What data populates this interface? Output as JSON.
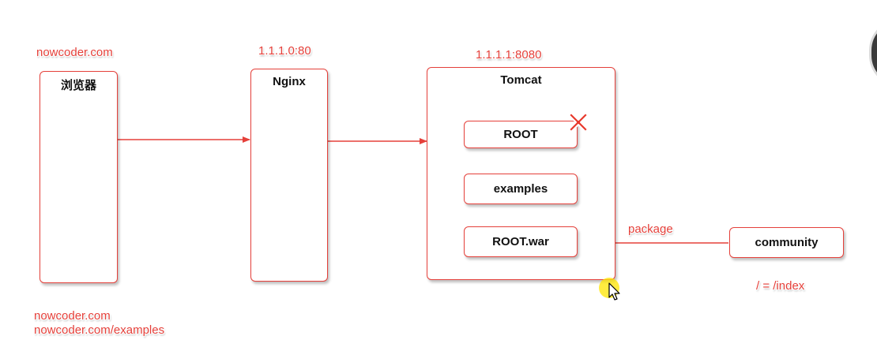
{
  "labels": {
    "browser_host": "nowcoder.com",
    "nginx_addr": "1.1.1.0:80",
    "tomcat_addr": "1.1.1.1:8080",
    "package": "package",
    "index_map": "/ = /index",
    "url1": "nowcoder.com",
    "url2": "nowcoder.com/examples"
  },
  "boxes": {
    "browser": "浏览器",
    "nginx": "Nginx",
    "tomcat": "Tomcat",
    "community": "community"
  },
  "tomcat_apps": {
    "root": "ROOT",
    "examples": "examples",
    "root_war": "ROOT.war"
  },
  "colors": {
    "accent": "#e5403a",
    "cross": "#e8392c"
  },
  "icons": {
    "delete": "cross-icon",
    "pointer": "cursor-icon"
  }
}
